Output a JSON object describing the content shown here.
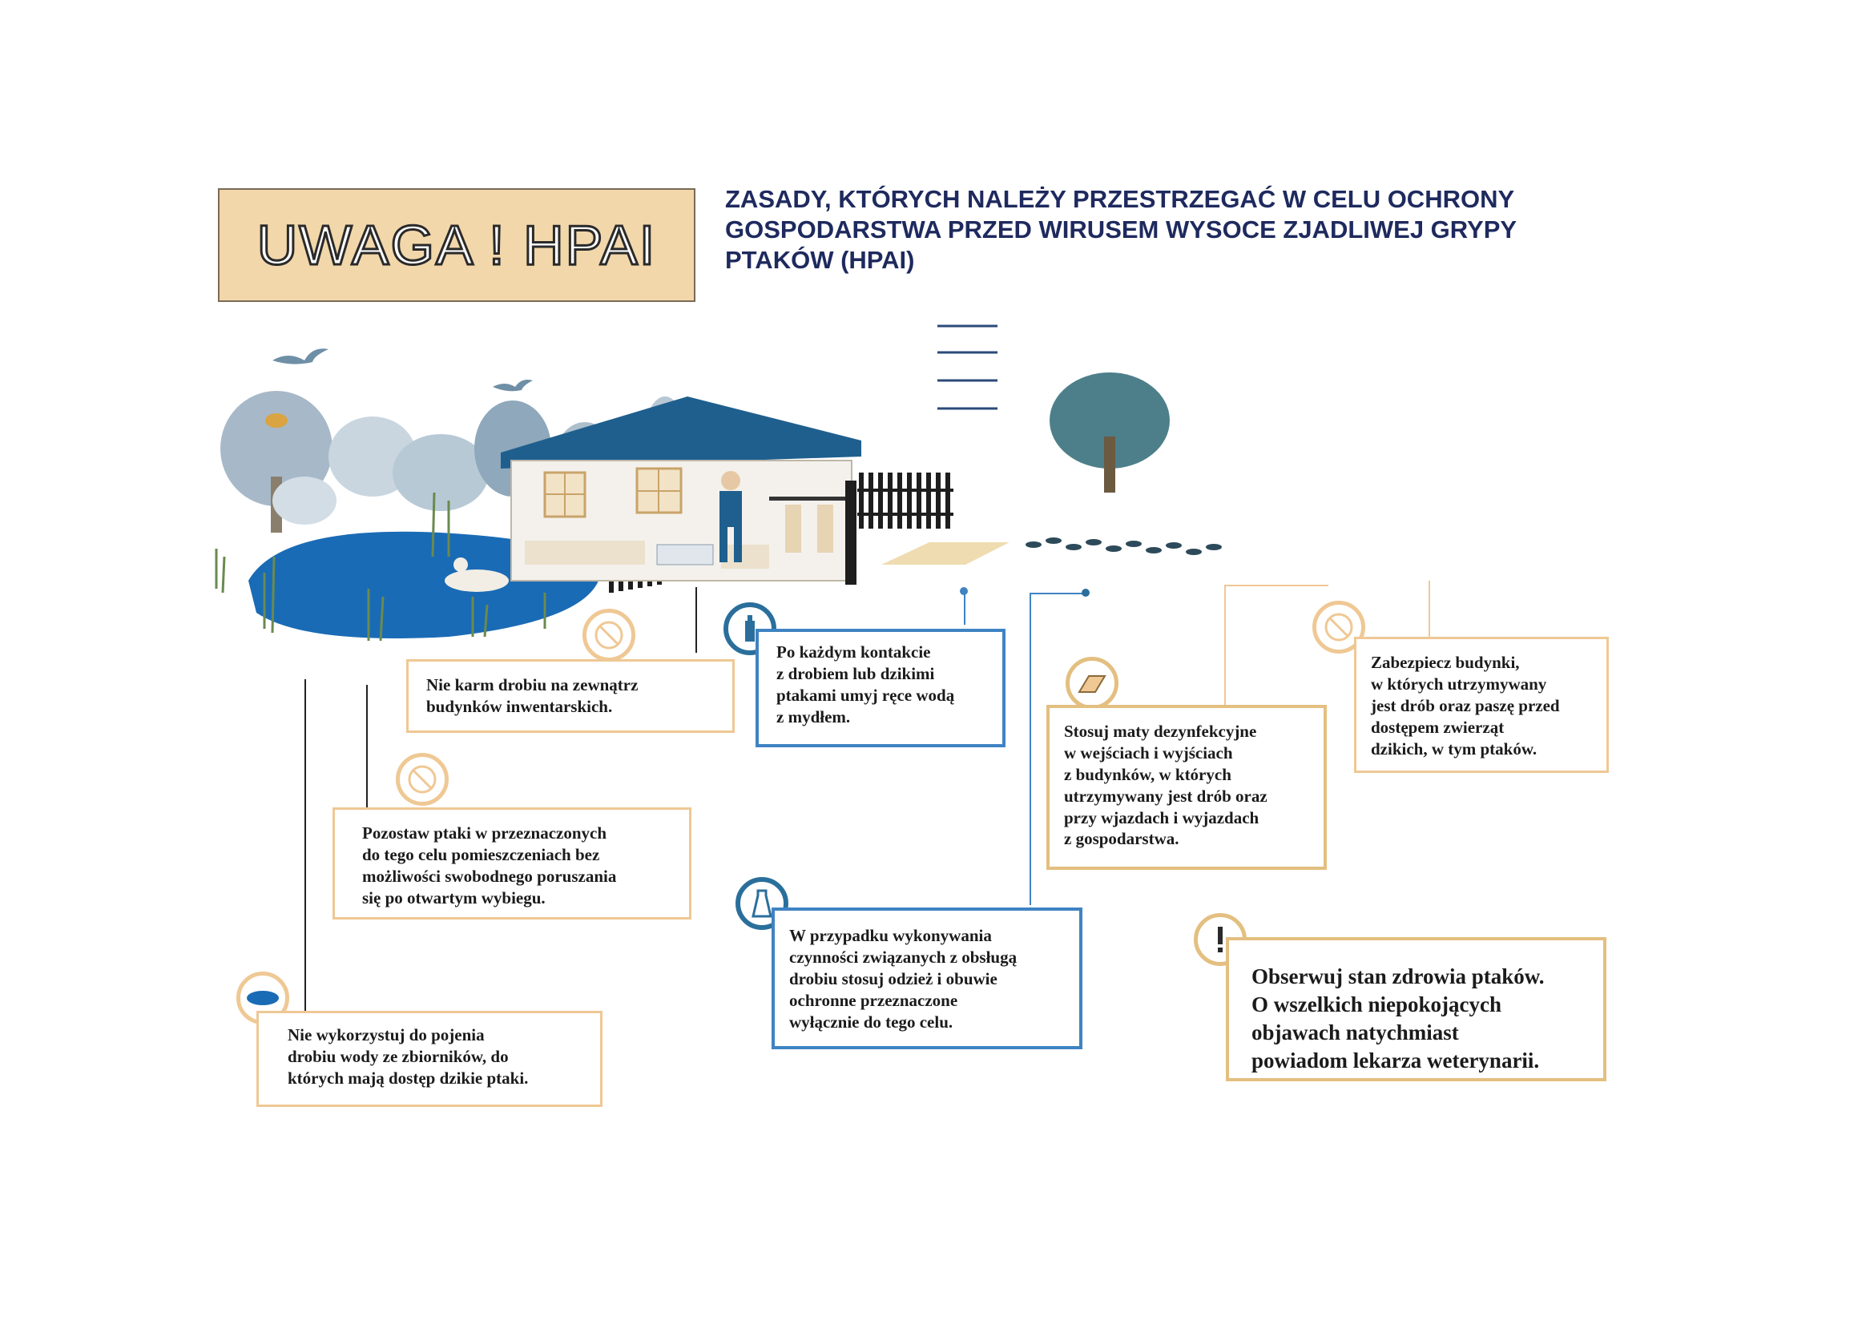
{
  "banner": {
    "title": "UWAGA ! HPAI"
  },
  "heading": {
    "lines": [
      "ZASADY, KTÓRYCH NALEŻY PRZESTRZEGAĆ W CELU OCHRONY",
      "GOSPODARSTWA PRZED WIRUSEM WYSOCE ZJADLIWEJ GRYPY",
      "PTAKÓW (HPAI)"
    ]
  },
  "rules": {
    "feed": {
      "text": "Nie karm drobiu na zewnątrz\nbudynków inwentarskich."
    },
    "wash": {
      "text": "Po każdym kontakcie\nz drobiem lub dzikimi\nptakami umyj ręce wodą\nz mydłem."
    },
    "mats": {
      "text": "Stosuj maty dezynfekcyjne\nw wejściach i wyjściach\nz budynków, w których\nutrzymywany jest drób oraz\nprzy wjazdach i wyjazdach\nz gospodarstwa."
    },
    "secure": {
      "text": "Zabezpiecz budynki,\nw których utrzymywany\njest drób oraz paszę przed\ndostępem zwierząt\ndzikich, w tym ptaków."
    },
    "keep": {
      "text": "Pozostaw ptaki w przeznaczonych\ndo tego celu pomieszczeniach bez\nmożliwości swobodnego poruszania\nsię po otwartym wybiegu."
    },
    "clothes": {
      "text": "W przypadku wykonywania\nczynności związanych z obsługą\ndrobiu stosuj odzież i obuwie\nochronne przeznaczone\nwyłącznie do tego celu."
    },
    "water": {
      "text": "Nie wykorzystuj do pojenia\ndrobiu wody ze zbiorników, do\nktórych mają dostęp dzikie ptaki."
    },
    "observe": {
      "text": "Obserwuj stan zdrowia ptaków.\nO wszelkich niepokojących\nobjawach natychmiast\npowiadom lekarza weterynarii."
    }
  },
  "colors": {
    "pond": "#1a6bb5",
    "banner": "#f2d7aa",
    "tan": "#efc894",
    "blue": "#3f83c3",
    "gold": "#e3bf80",
    "heading": "#1e2a5e"
  }
}
